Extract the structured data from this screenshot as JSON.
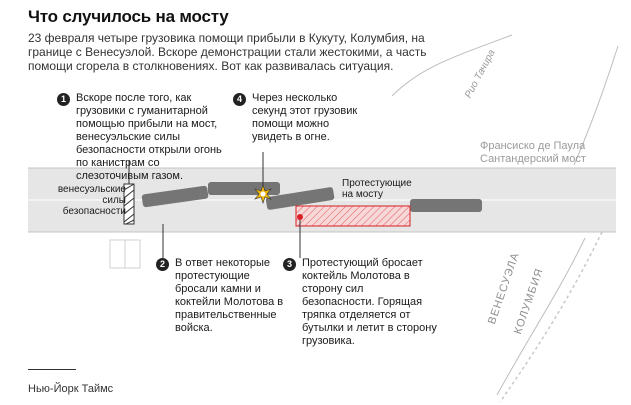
{
  "header": {
    "title": "Что случилось на мосту",
    "intro": "23 февраля четыре грузовика помощи прибыли в Кукуту, Колумбия, на границе с Венесуэлой. Вскоре демонстрации стали жестокими, а часть помощи сгорела в столкновениях. Вот как развивалась ситуация."
  },
  "map": {
    "river_label": "Рио Тачира",
    "bridge_name": "Франсиско де Паула Сантандерский мост",
    "border_venezuela": "ВЕНЕСУЭЛА",
    "border_colombia": "КОЛУМБИЯ",
    "security_forces_label": "венесуэльские силы безопасности",
    "protester_label": "Протестующие на мосту"
  },
  "annotations": [
    {
      "number": "1",
      "text": "Вскоре после того, как грузовики с гуманитарной помощью прибыли на мост, венесуэльские силы безопасности открыли огонь по канистрам со слезоточивым газом."
    },
    {
      "number": "2",
      "text": "В ответ некоторые протестующие бросали камни и коктейли Молотова в правительственные войска."
    },
    {
      "number": "3",
      "text": "Протестующий бросает коктейль Молотова в сторону сил безопасности. Горящая тряпка отделяется от бутылки и летит в сторону грузовика."
    },
    {
      "number": "4",
      "text": "Через несколько секунд этот грузовик помощи можно увидеть в огне."
    }
  ],
  "colors": {
    "bridge": "#e6e6e6",
    "bridge_edge": "#c4c4c4",
    "truck": "#757575",
    "highlight": "#d81f26",
    "river_line": "#bdbdbd"
  },
  "footer": {
    "credit": "Нью-Йорк Таймс"
  }
}
